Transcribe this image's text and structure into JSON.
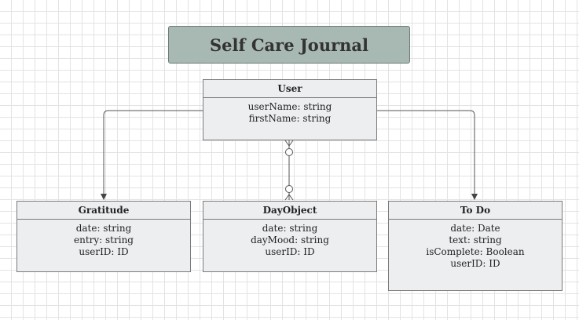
{
  "diagram": {
    "title": "Self Care Journal",
    "entities": {
      "user": {
        "name": "User",
        "attributes": [
          "userName: string",
          "firstName: string"
        ]
      },
      "gratitude": {
        "name": "Gratitude",
        "attributes": [
          "date: string",
          "entry: string",
          "userID: ID"
        ]
      },
      "dayobject": {
        "name": "DayObject",
        "attributes": [
          "date: string",
          "dayMood: string",
          "userID: ID"
        ]
      },
      "todo": {
        "name": "To Do",
        "attributes": [
          "date: Date",
          "text: string",
          "isComplete: Boolean",
          "userID: ID"
        ]
      }
    },
    "relationships": [
      {
        "from": "User",
        "to": "Gratitude",
        "style": "arrow"
      },
      {
        "from": "User",
        "to": "DayObject",
        "style": "zero-or-many to zero-or-many"
      },
      {
        "from": "User",
        "to": "To Do",
        "style": "arrow"
      }
    ]
  }
}
